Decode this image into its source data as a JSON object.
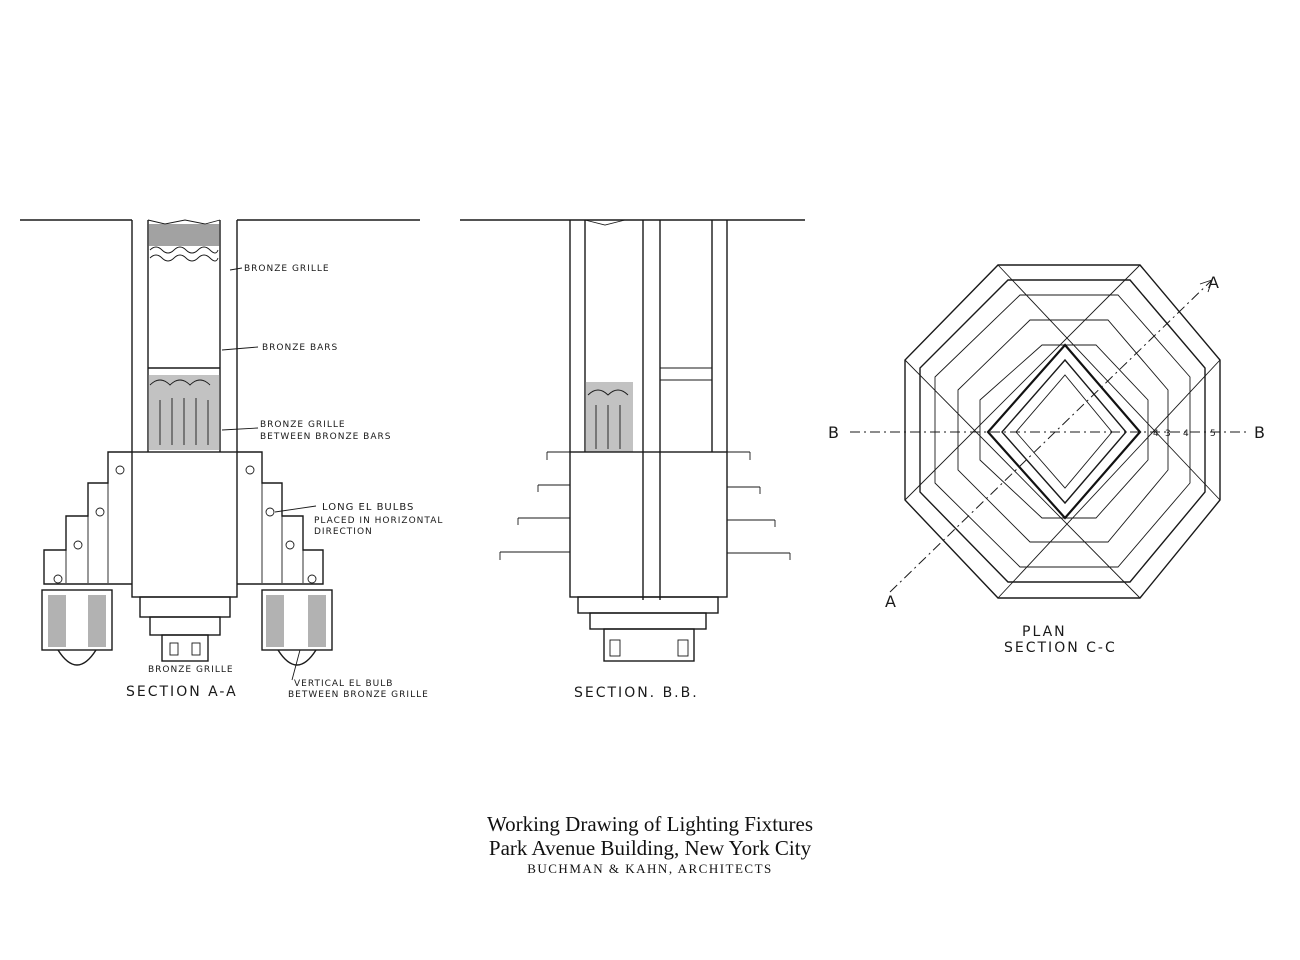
{
  "section_a": {
    "title": "SECTION  A-A",
    "labels": {
      "bronze_grille_top": "BRONZE GRILLE",
      "bronze_bars": "BRONZE BARS",
      "bronze_grille_between_1": "BRONZE GRILLE",
      "bronze_grille_between_2": "BETWEEN BRONZE BARS",
      "long_el_bulbs": "LONG EL BULBS",
      "placed_in_1": "PLACED IN HORIZONTAL",
      "placed_in_2": "DIRECTION",
      "bronze_grille_bottom": "BRONZE GRILLE",
      "vertical_1": "VERTICAL EL BULB",
      "vertical_2": "BETWEEN BRONZE GRILLE"
    }
  },
  "section_b": {
    "title": "SECTION. B.B."
  },
  "plan": {
    "title_1": "PLAN",
    "title_2": "SECTION C-C",
    "axis_a": "A",
    "axis_b": "B",
    "dims": [
      "4",
      "3",
      "4",
      "5"
    ]
  },
  "caption": {
    "line1": "Working Drawing of Lighting Fixtures",
    "line2": "Park Avenue Building, New York City",
    "line3": "BUCHMAN & KAHN, ARCHITECTS"
  }
}
